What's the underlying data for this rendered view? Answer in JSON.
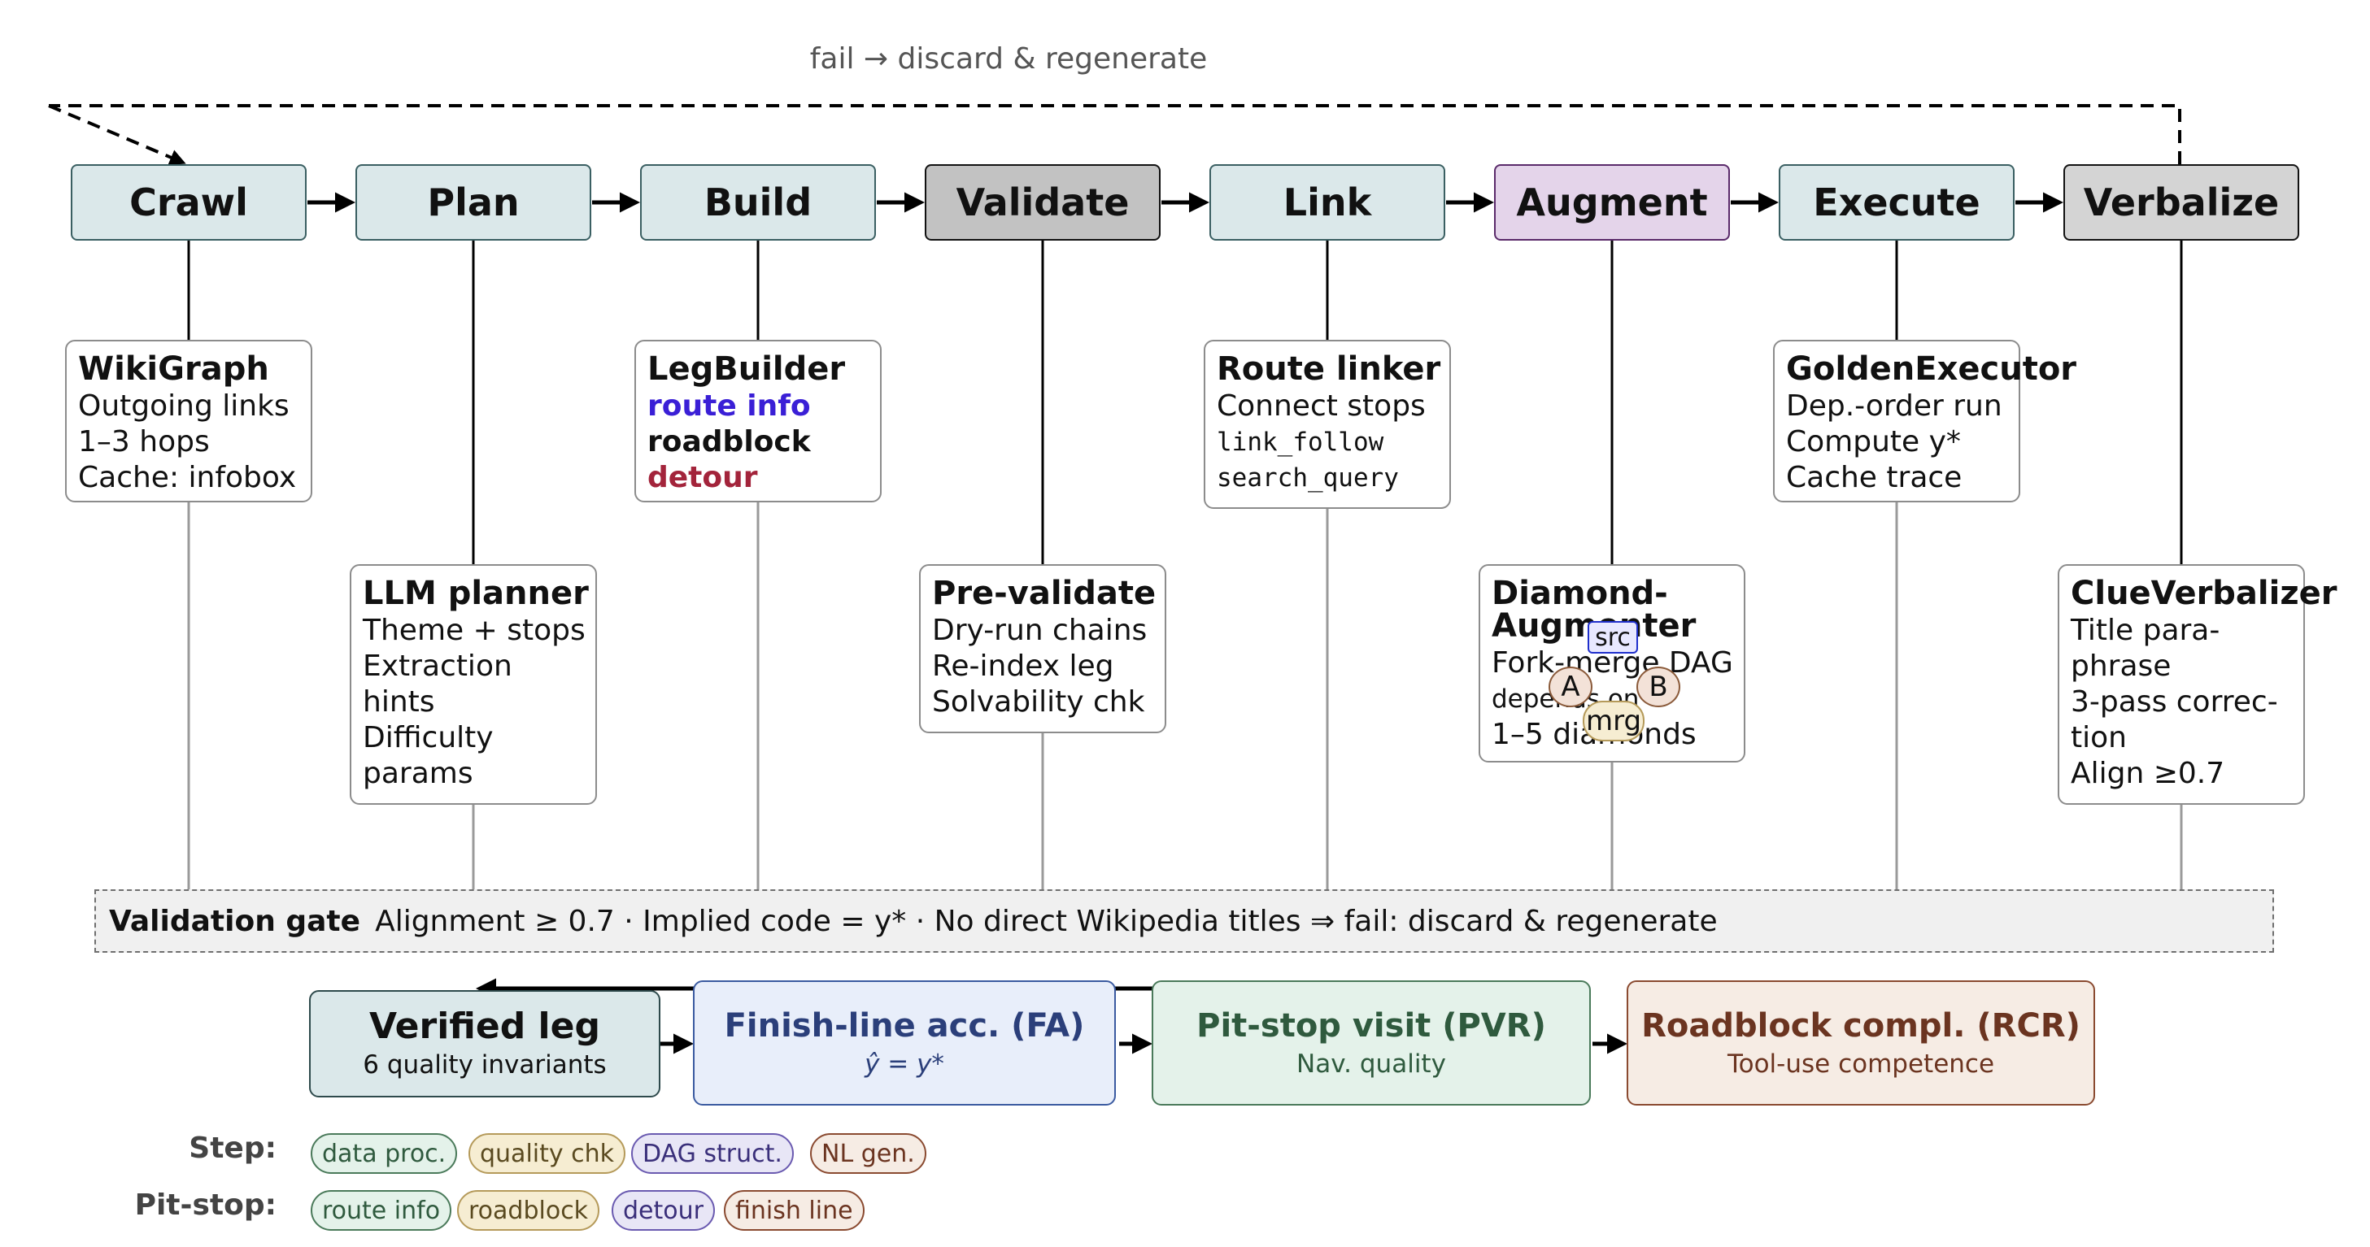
{
  "feedback": {
    "label": "fail → discard & regenerate"
  },
  "stages": [
    {
      "label": "Crawl"
    },
    {
      "label": "Plan"
    },
    {
      "label": "Build"
    },
    {
      "label": "Validate"
    },
    {
      "label": "Link"
    },
    {
      "label": "Augment"
    },
    {
      "label": "Execute"
    },
    {
      "label": "Verbalize"
    }
  ],
  "cards": {
    "wikigraph": {
      "title": "WikiGraph",
      "lines": [
        "Outgoing links",
        "1–3 hops",
        "Cache: infobox"
      ]
    },
    "llm_planner": {
      "title": "LLM planner",
      "lines": [
        "Theme + stops",
        "Extraction",
        "hints",
        "Difficulty",
        "params"
      ]
    },
    "legbuilder": {
      "title": "LegBuilder",
      "lines": [
        "route info",
        "roadblock",
        "detour"
      ]
    },
    "prevalidate": {
      "title": "Pre-validate",
      "lines": [
        "Dry-run chains",
        "Re-index leg",
        "Solvability chk"
      ]
    },
    "route_linker": {
      "title": "Route linker",
      "lines": [
        "Connect stops",
        "link_follow",
        "search_query"
      ]
    },
    "diamond": {
      "title_1": "Diamond-",
      "title_2": "Augmenter",
      "lines": [
        "Fork-merge DAG",
        "depends on",
        "1–5 diamonds"
      ],
      "nodes": {
        "src": "src",
        "a": "A",
        "b": "B",
        "mrg": "mrg"
      }
    },
    "golden": {
      "title": "GoldenExecutor",
      "lines": [
        "Dep.-order run",
        "Compute y*",
        "Cache trace"
      ]
    },
    "clue": {
      "title": "ClueVerbalizer",
      "lines": [
        "Title para-",
        "phrase",
        "3-pass correc-",
        "tion",
        "Align ≥0.7"
      ]
    }
  },
  "gate": {
    "label": "Validation gate",
    "text": "Alignment ≥ 0.7 · Implied code = y* · No direct Wikipedia titles ⇒ fail: discard & regenerate"
  },
  "metrics": [
    {
      "title": "Verified leg",
      "sub": "6 quality invariants"
    },
    {
      "title": "Finish-line acc. (FA)",
      "sub": "ŷ = y*"
    },
    {
      "title": "Pit-stop visit (PVR)",
      "sub": "Nav. quality"
    },
    {
      "title": "Roadblock compl. (RCR)",
      "sub": "Tool-use competence"
    }
  ],
  "legend": {
    "step_label": "Step:",
    "step_items": [
      "data proc.",
      "quality chk",
      "DAG struct.",
      "NL gen."
    ],
    "pitstop_label": "Pit-stop:",
    "pitstop_items": [
      "route info",
      "roadblock",
      "detour",
      "finish line"
    ]
  },
  "colors": {
    "teal": "#dbe8ea",
    "validate_grey": "#c2c2c2",
    "augment_purple": "#e4d4ea",
    "fa_blue": "#2b3f7a",
    "pvr_green": "#2f5a3e",
    "rcr_brown": "#6b3420",
    "route_info": "#3a1fd6",
    "detour": "#a3243b"
  }
}
